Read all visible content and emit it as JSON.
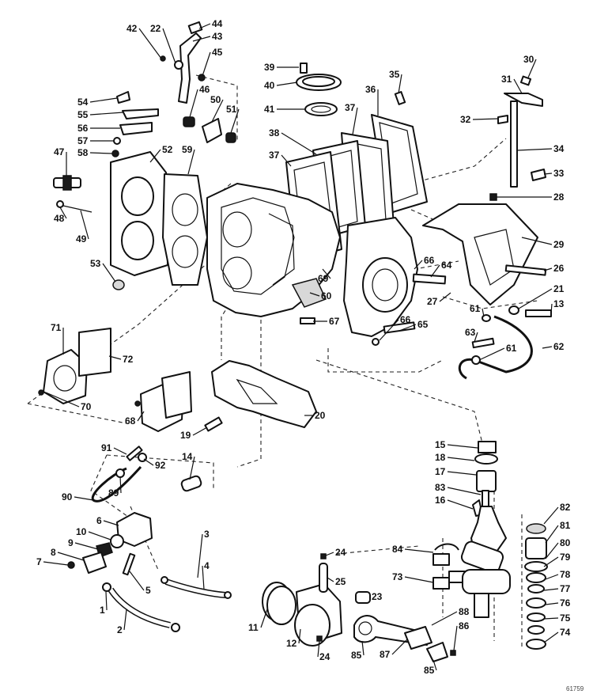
{
  "diagram": {
    "figure_code": "61759",
    "callouts": [
      "1",
      "2",
      "3",
      "4",
      "5",
      "6",
      "7",
      "8",
      "9",
      "10",
      "11",
      "12",
      "13",
      "14",
      "15",
      "16",
      "17",
      "18",
      "19",
      "20",
      "21",
      "22",
      "23",
      "24",
      "25",
      "26",
      "27",
      "28",
      "29",
      "30",
      "31",
      "32",
      "33",
      "34",
      "35",
      "36",
      "37",
      "38",
      "39",
      "40",
      "41",
      "42",
      "43",
      "44",
      "45",
      "46",
      "47",
      "48",
      "49",
      "50",
      "51",
      "52",
      "53",
      "54",
      "55",
      "56",
      "57",
      "58",
      "59",
      "60",
      "61",
      "62",
      "63",
      "64",
      "65",
      "66",
      "67",
      "68",
      "69",
      "70",
      "71",
      "72",
      "73",
      "74",
      "75",
      "76",
      "77",
      "78",
      "79",
      "80",
      "81",
      "82",
      "83",
      "84",
      "85",
      "86",
      "87",
      "88",
      "89",
      "90",
      "91",
      "92"
    ]
  }
}
